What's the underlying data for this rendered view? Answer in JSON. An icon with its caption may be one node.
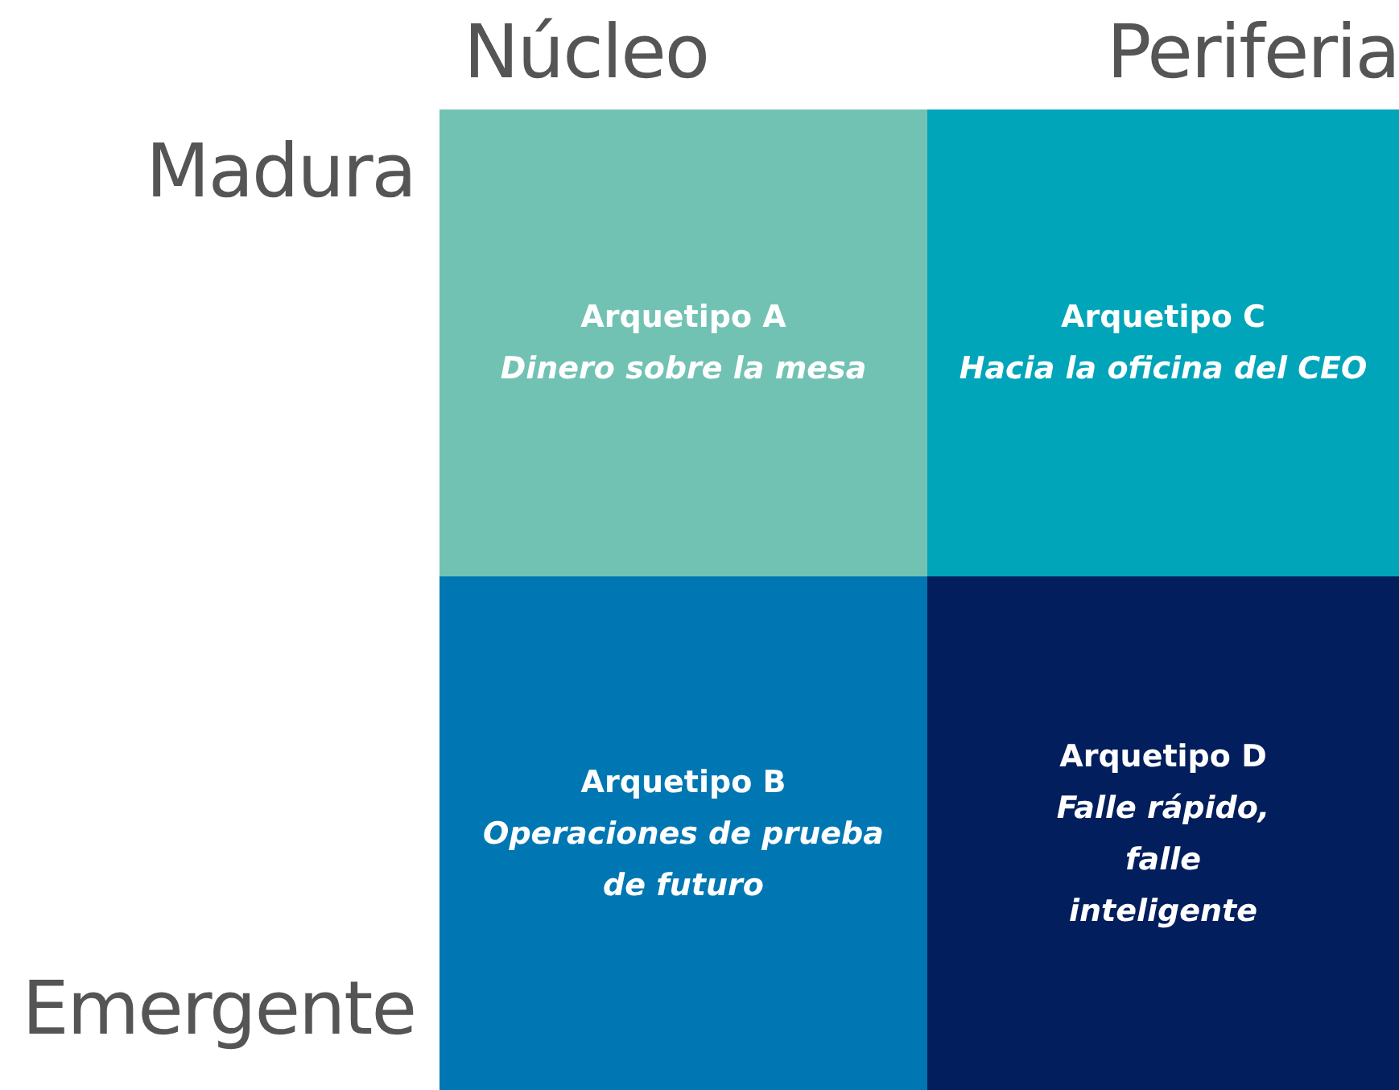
{
  "diagram": {
    "nodes": [
      {
        "text": [
          "Arquetipo A",
          "Dinero sobre la mesa"
        ]
      },
      {
        "text": [
          "Arquetipo C",
          "Hacia la oficina del CEO"
        ]
      },
      {
        "text": [
          "Arquetipo B",
          "Operaciones de prueba de futuro"
        ]
      },
      {
        "text": [
          "Arquetipo D",
          "Falle rápido, falle inteligente"
        ]
      }
    ],
    "labels": [
      "Núcleo",
      "Periferia",
      "Madura",
      "Emergente"
    ]
  }
}
